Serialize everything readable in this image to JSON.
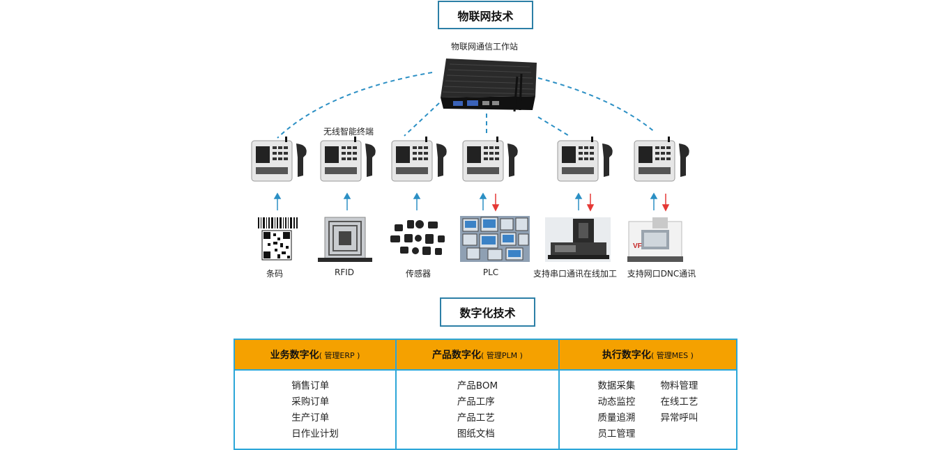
{
  "iot_title": "物联网技术",
  "workstation_label": "物联网通信工作站",
  "terminal_label": "无线智能终端",
  "devices": [
    {
      "label": "条码",
      "icon": "barcode-qr-icon"
    },
    {
      "label": "RFID",
      "icon": "rfid-chip-icon"
    },
    {
      "label": "传感器",
      "icon": "sensors-icon"
    },
    {
      "label": "PLC",
      "icon": "plc-panels-icon"
    },
    {
      "label": "支持串口通讯在线加工",
      "icon": "cnc-machine-icon"
    },
    {
      "label": "支持网口DNC通讯",
      "icon": "cnc-machine-vf-icon"
    }
  ],
  "digital_title": "数字化技术",
  "columns": [
    {
      "title": "业务数字化",
      "sub": "( 管理ERP )",
      "items_a": [
        "销售订单",
        "采购订单",
        "生产订单",
        "日作业计划"
      ],
      "items_b": []
    },
    {
      "title": "产品数字化",
      "sub": "( 管理PLM )",
      "items_a": [
        "产品BOM",
        "产品工序",
        "产品工艺",
        "图纸文档"
      ],
      "items_b": []
    },
    {
      "title": "执行数字化",
      "sub": "( 管理MES )",
      "items_a": [
        "数据采集",
        "动态监控",
        "质量追溯",
        "员工管理"
      ],
      "items_b": [
        "物料管理",
        "在线工艺",
        "异常呼叫"
      ]
    }
  ],
  "colors": {
    "box_border": "#2c7fa6",
    "table_border": "#2ba6d8",
    "header_fill": "#f5a100",
    "arrow_up": "#2b8fc4",
    "arrow_down": "#e53935",
    "dash": "#2b8fc4"
  }
}
